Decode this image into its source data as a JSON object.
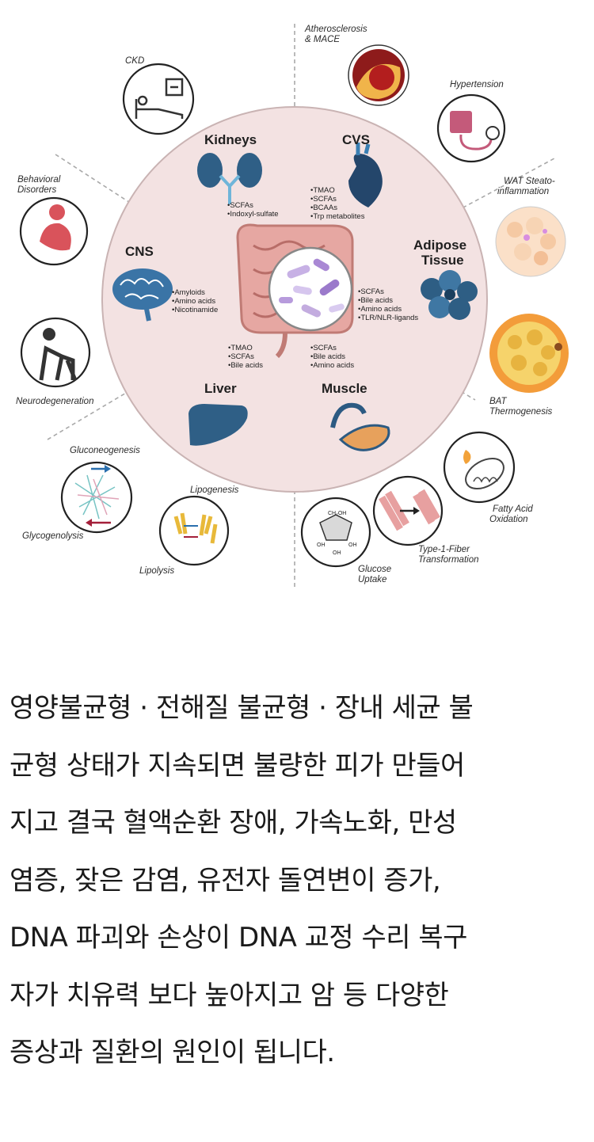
{
  "diagram": {
    "center_organs": {
      "kidneys": "Kidneys",
      "cvs": "CVS",
      "cns": "CNS",
      "adipose_1": "Adipose",
      "adipose_2": "Tissue",
      "liver": "Liver",
      "muscle": "Muscle"
    },
    "metabolites": {
      "kidneys": [
        "•SCFAs",
        "•Indoxyl-sulfate"
      ],
      "cvs": [
        "•TMAO",
        "•SCFAs",
        "•BCAAs",
        "•Trp metabolites"
      ],
      "cns": [
        "•Amyloids",
        "•Amino acids",
        "•Nicotinamide"
      ],
      "adipose": [
        "•SCFAs",
        "•Bile acids",
        "•Amino acids",
        "•TLR/NLR-ligands"
      ],
      "liver": [
        "•TMAO",
        "•SCFAs",
        "•Bile acids"
      ],
      "muscle": [
        "•SCFAs",
        "•Bile acids",
        "•Amino acids"
      ]
    },
    "outer_labels": {
      "athero_1": "Atherosclerosis",
      "athero_2": "& MACE",
      "ckd": "CKD",
      "hypertension": "Hypertension",
      "behavioral_1": "Behavioral",
      "behavioral_2": "Disorders",
      "wat_1": "WAT Steato-",
      "wat_2": "inflammation",
      "neuro": "Neurodegeneration",
      "bat_1": "BAT",
      "bat_2": "Thermogenesis",
      "gluconeo": "Gluconeogenesis",
      "glycogeno": "Glycogenolysis",
      "lipogenesis": "Lipogenesis",
      "lipolysis": "Lipolysis",
      "fatty_1": "Fatty Acid",
      "fatty_2": "Oxidation",
      "type1_1": "Type-1-Fiber",
      "type1_2": "Transformation",
      "glucose_1": "Glucose",
      "glucose_2": "Uptake",
      "chem_ch2oh": "CH₂OH",
      "chem_oh": "OH"
    }
  },
  "paragraph": {
    "lines": [
      "영양불균형 · 전해질 불균형 · 장내 세균 불",
      "균형 상태가 지속되면 불량한 피가 만들어",
      "지고 결국 혈액순환 장애, 가속노화, 만성",
      "염증, 잦은 감염, 유전자 돌연변이 증가,",
      "DNA 파괴와 손상이 DNA 교정 수리 복구",
      "자가 치유력 보다 높아지고 암 등 다양한",
      "증상과 질환의 원인이 됩니다."
    ]
  }
}
